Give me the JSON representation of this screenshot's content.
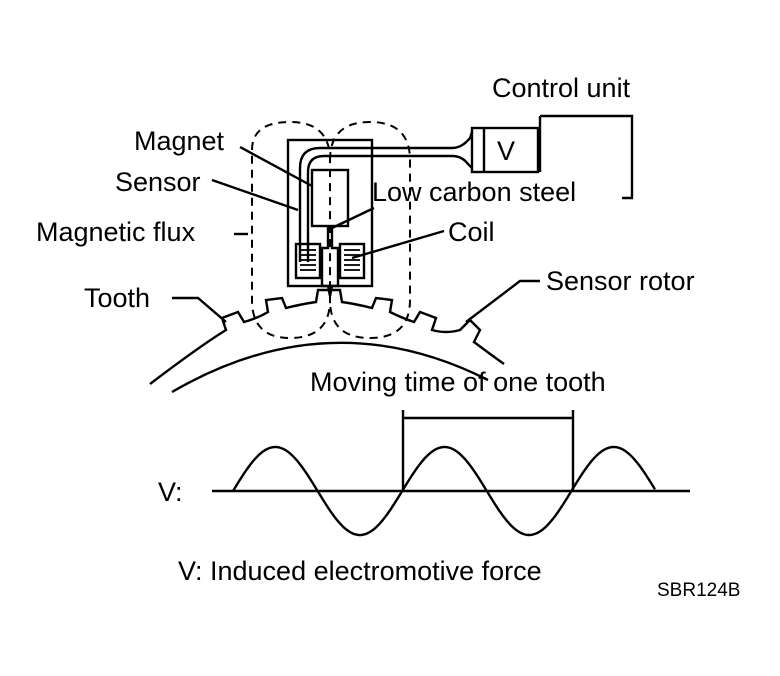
{
  "labels": {
    "control_unit": "Control unit",
    "v_box": "V",
    "magnet": "Magnet",
    "sensor": "Sensor",
    "low_carbon_steel": "Low carbon steel",
    "magnetic_flux": "Magnetic flux",
    "coil": "Coil",
    "tooth": "Tooth",
    "sensor_rotor": "Sensor rotor",
    "moving_time": "Moving time of one tooth",
    "v_axis": "V:",
    "caption": "V: Induced electromotive force",
    "figure_code": "SBR124B"
  }
}
